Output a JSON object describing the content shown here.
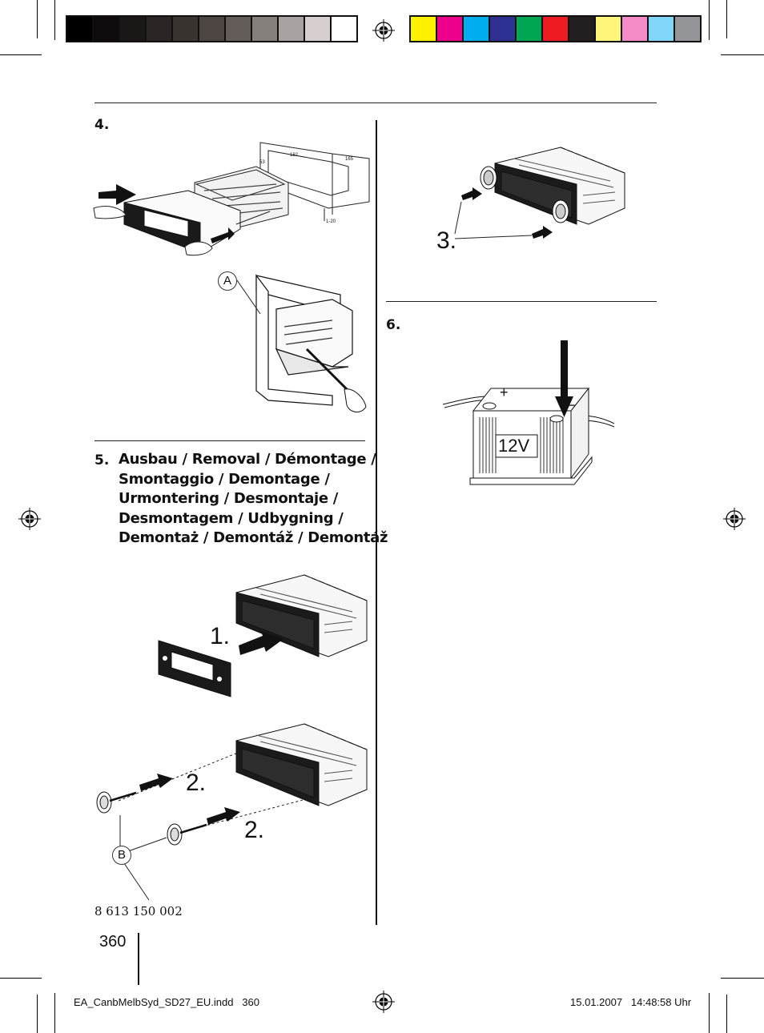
{
  "color_bar": {
    "grays": [
      "#000000",
      "#0d0b0b",
      "#1a1717",
      "#2b2624",
      "#3a3431",
      "#4d4643",
      "#635c58",
      "#85807c",
      "#a8a3a0",
      "#d7cfcf",
      "#ffffff"
    ],
    "colors": [
      "#fff200",
      "#ec008c",
      "#00aeef",
      "#2e3192",
      "#00a651",
      "#ed1c24",
      "#231f20",
      "#fff57a",
      "#f58ac9",
      "#7fd6f7",
      "#939598"
    ]
  },
  "step4": {
    "number": "4."
  },
  "step5": {
    "number": "5.",
    "heading_lines": [
      "Ausbau / Removal / Démontage /",
      "Smontaggio / Demontage /",
      "Urmontering / Desmontaje /",
      "Desmontagem / Udbygning /",
      "Demontaż / Demontáž / Demontáž"
    ]
  },
  "step6": {
    "number": "6."
  },
  "illustrations": {
    "callout_a": "A",
    "callout_b": "B",
    "step1_label": "1.",
    "step2_label_a": "2.",
    "step2_label_b": "2.",
    "step3_label": "3.",
    "battery_label": "12V",
    "battery_plus": "+",
    "battery_minus": "−",
    "dim_182": "182",
    "dim_165": "165",
    "dim_53": "53",
    "dim_120": "1-20",
    "part_number": "8 613 150 002"
  },
  "page_number": "360",
  "footer": {
    "file": "EA_CanbMelbSyd_SD27_EU.indd   360",
    "timestamp": "15.01.2007   14:48:58 Uhr"
  }
}
